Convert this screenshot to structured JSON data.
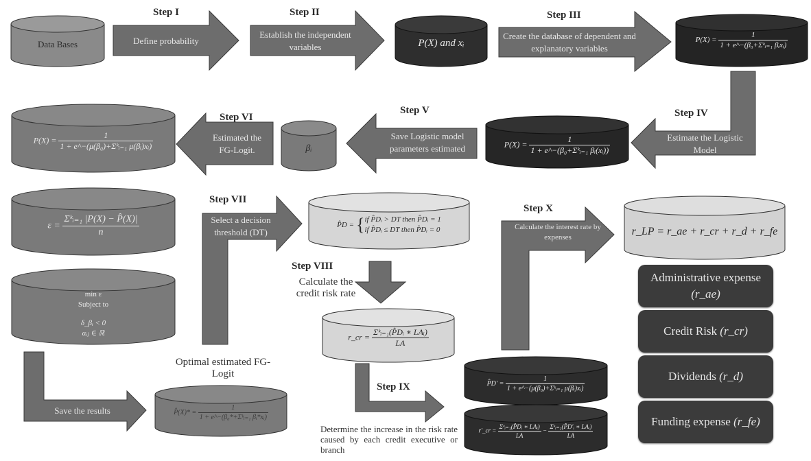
{
  "colors": {
    "arrow_fill": "#6d6d6d",
    "cyl_medium": "#7c7c7c",
    "cyl_dark": "#2b2b2b",
    "cyl_light": "#d6d6d6",
    "expense_box": "#3b3b3b"
  },
  "steps": {
    "s1": {
      "label": "Step I",
      "text": "Define probability"
    },
    "s2": {
      "label": "Step II",
      "text": "Establish the independent variables"
    },
    "s3": {
      "label": "Step III",
      "text": "Create the database of dependent and explanatory variables"
    },
    "s4": {
      "label": "Step IV",
      "text": "Estimate the Logistic Model"
    },
    "s5": {
      "label": "Step V",
      "text": "Save Logistic model parameters estimated"
    },
    "s6": {
      "label": "Step VI",
      "text": "Estimated the FG-Logit."
    },
    "s7": {
      "label": "Step VII",
      "text": "Select a decision threshold (DT)"
    },
    "s8": {
      "label": "Step VIII",
      "text": "Calculate the credit risk rate"
    },
    "s9": {
      "label": "Step IX",
      "text": "Determine the increase in the risk rate caused by each credit executive or branch"
    },
    "s10": {
      "label": "Step X",
      "text": "Calculate the interest rate by expenses"
    },
    "save": {
      "text": "Save the results"
    }
  },
  "cylinders": {
    "databases": "Data Bases",
    "px_xi": "P(X) and xᵢ",
    "logistic_db": {
      "lhs": "P(X) =",
      "num": "1",
      "den": "1 + e^−(β₀+Σᵏᵢ₌₁ βᵢxᵢ)"
    },
    "logistic_est": {
      "lhs": "P(X) =",
      "num": "1",
      "den": "1 + e^−(β₀+Σᵏᵢ₌₁ βᵢ(xᵢ))"
    },
    "beta": "βᵢ",
    "fg_logit": {
      "lhs": "P(X) =",
      "num": "1",
      "den": "1 + e^−(μ(β₀)+Σᵏᵢ₌₁ μ(βᵢ)xᵢ)"
    },
    "epsilon": {
      "lhs": "ε =",
      "num": "Σᵏᵢ₌₁ |P(X) − P̂(X)|",
      "den": "n"
    },
    "optimization": {
      "line1": "min  ε",
      "line2": "Subject to",
      "line3": "δ_βᵢ < 0",
      "line4": "αᵢⱼ ∈ ℝ"
    },
    "pd_threshold": {
      "lhs": "P̂D =",
      "line1": "if P̂Dᵢ > DT   then  P̂Dᵢ = 1",
      "line2": "if P̂Dᵢ ≤ DT   then  P̂Dᵢ = 0"
    },
    "rcr": {
      "lhs": "r_cr =",
      "num": "Σᵏᵢ₌₁(P̂Dᵢ ∗ LAᵢ)",
      "den": "LA"
    },
    "optimal_title": "Optimal estimated FG-Logit",
    "optimal": {
      "lhs": "P̂(X)* =",
      "num": "1",
      "den": "1 + e^−(β₀*+Σᵏᵢ₌₁ βᵢ*xᵢ)"
    },
    "pd_prime": {
      "lhs": "P̂D′ =",
      "num": "1",
      "den": "1 + e^−(μ(β₀)+Σᵏᵢ₌₁ μ(βᵢ)xᵢ)"
    },
    "rcr_prime": {
      "lhs": "r′_cr =",
      "num1": "Σᵏᵢ₌₁(P̂Dᵢ ∗ LAᵢ)",
      "den1": "LA",
      "minus": "−",
      "num2": "Σᵏᵢ₌₁(P̂D′ᵢ ∗ LAᵢ)",
      "den2": "LA"
    },
    "rlp": "r_LP = r_ae + r_cr + r_d + r_fe"
  },
  "expenses": [
    {
      "label": "Administrative expense",
      "symbol": "(r_ae)"
    },
    {
      "label": "Credit Risk",
      "symbol": "(r_cr)"
    },
    {
      "label": "Dividends",
      "symbol": "(r_d)"
    },
    {
      "label": "Funding expense",
      "symbol": "(r_fe)"
    }
  ]
}
